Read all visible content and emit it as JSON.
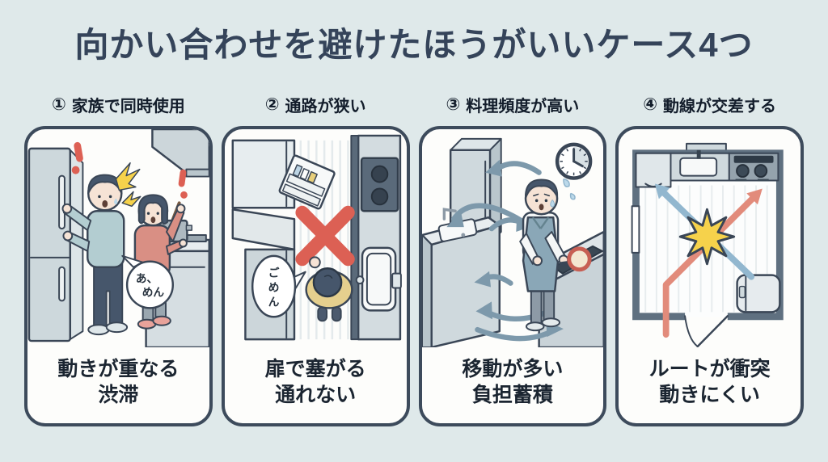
{
  "title": "向かい合わせを避けたほうがいいケース4つ",
  "colors": {
    "background": "#dfe9ea",
    "panel_background": "#fdfdfb",
    "panel_border": "#3d4b5c",
    "title_text": "#35445a",
    "header_text": "#131d2b",
    "caption_text": "#1b2531",
    "alert_red": "#dd6054",
    "spark_yellow": "#f6d24b",
    "route_blue": "#92b7cf",
    "route_red": "#e28b7b"
  },
  "panels": [
    {
      "number": "①",
      "header": "家族で同時使用",
      "speech_lines": [
        "あ、",
        "めん"
      ],
      "caption_lines": [
        "動きが重なる",
        "渋滞"
      ],
      "icons": [
        "refrigerator-icon",
        "range-hood-icon",
        "cooking-pot-icon",
        "exclamation-icon",
        "collision-spark-icon",
        "speech-bubble"
      ]
    },
    {
      "number": "②",
      "header": "通路が狭い",
      "speech_lines": [
        "ご",
        "め",
        "ん"
      ],
      "caption_lines": [
        "扉で塞がる",
        "通れない"
      ],
      "icons": [
        "open-fridge-door-icon",
        "red-x-icon",
        "stove-top-icon",
        "room-door-icon",
        "speech-bubble"
      ]
    },
    {
      "number": "③",
      "header": "料理頻度が高い",
      "speech_lines": [],
      "caption_lines": [
        "移動が多い",
        "負担蓄積"
      ],
      "icons": [
        "clock-icon",
        "refrigerator-icon",
        "sink-icon",
        "frying-pan-icon",
        "movement-arrows-icon",
        "sweat-drops-icon"
      ]
    },
    {
      "number": "④",
      "header": "動線が交差する",
      "speech_lines": [],
      "caption_lines": [
        "ルートが衝突",
        "動きにくい"
      ],
      "icons": [
        "floor-plan",
        "sink-icon",
        "stove-top-icon",
        "window-icon",
        "door-swing-icon",
        "route-arrow-blue-icon",
        "route-arrow-red-icon",
        "collision-burst-icon"
      ]
    }
  ]
}
